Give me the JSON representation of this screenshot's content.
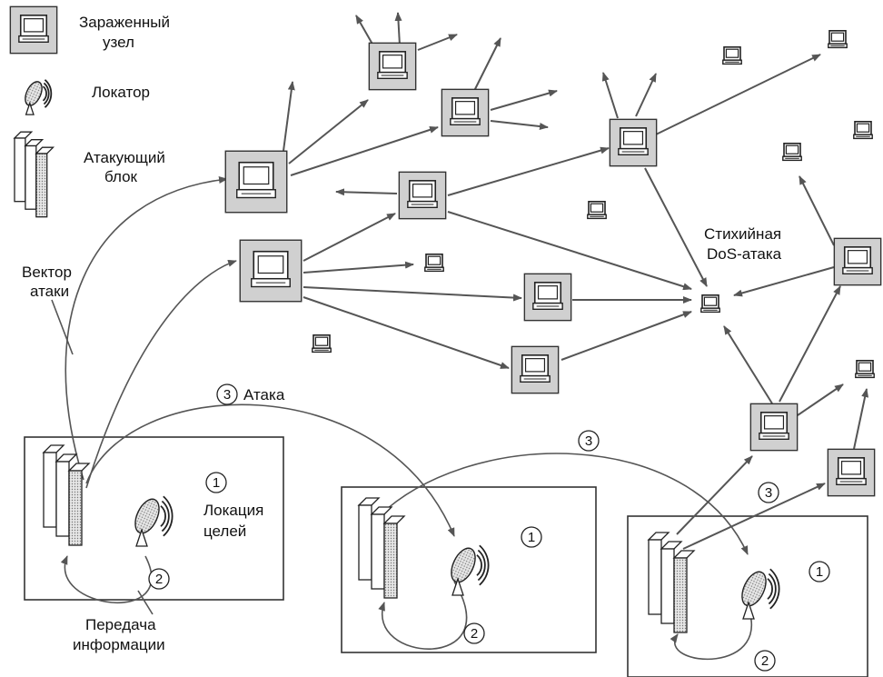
{
  "legend": {
    "infected_node_1": "Зараженный",
    "infected_node_2": "узел",
    "locator": "Локатор",
    "attack_block_1": "Атакующий",
    "attack_block_2": "блок"
  },
  "labels": {
    "vector_1": "Вектор",
    "vector_2": "атаки",
    "attack_num": "3",
    "attack": "Атака",
    "dos_1": "Стихийная",
    "dos_2": "DoS-атака",
    "location_1": "Локация",
    "location_2": "целей",
    "transfer_1": "Передача",
    "transfer_2": "информации"
  },
  "steps": {
    "one": "1",
    "two": "2",
    "three": "3"
  },
  "colors": {
    "arrow": "#555555",
    "infected_fill": "#d0d0d0",
    "outline": "#222222"
  }
}
